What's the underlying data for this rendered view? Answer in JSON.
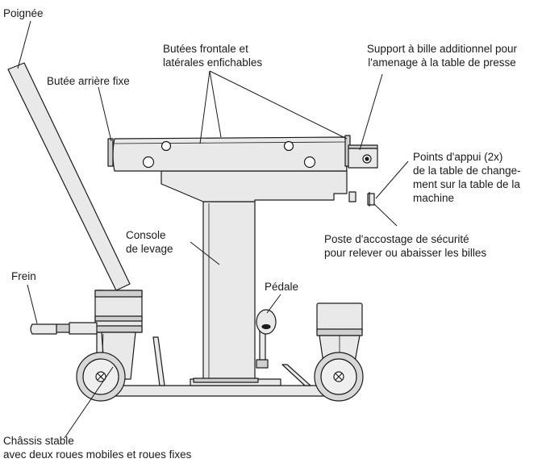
{
  "labels": {
    "handle": "Poignée",
    "rear_stop": "Butée arrière fixe",
    "front_side_stops": [
      "Butées frontale et",
      "latérales enfichables"
    ],
    "ball_support": [
      "Support à bille additionnel pour",
      "l'amenage à la table de presse"
    ],
    "support_points": [
      "Points d'appui (2x)",
      "de la table de change-",
      "ment sur la table de la",
      "machine"
    ],
    "docking_station": [
      "Poste d'accostage de sécurité",
      "pour relever ou abaisser les billes"
    ],
    "lifting_console": [
      "Console",
      "de levage"
    ],
    "pedal": "Pédale",
    "brake": "Frein",
    "chassis": [
      "Châssis stable",
      "avec deux roues mobiles et roues fixes"
    ]
  },
  "colors": {
    "stroke": "#1a1a1a",
    "fill": "#e9e9e9",
    "fill_dark": "#cfcfcf",
    "tire": "#d8d8d8",
    "background": "#ffffff"
  }
}
